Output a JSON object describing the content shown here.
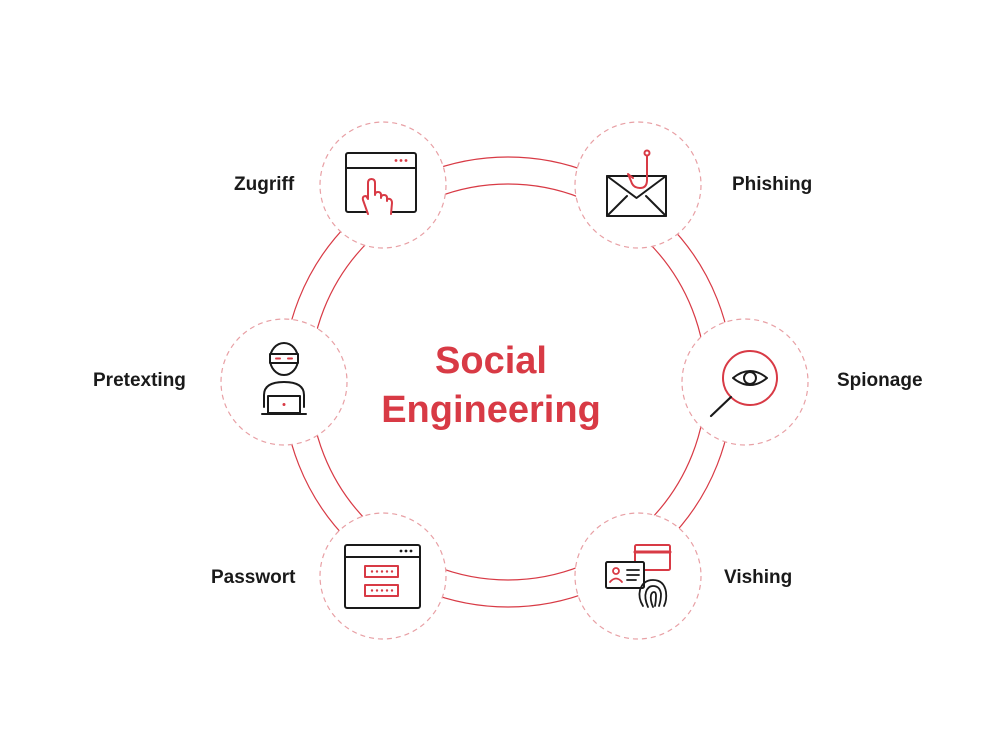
{
  "center": {
    "line1": "Social",
    "line2": "Engineering"
  },
  "nodes": [
    {
      "label": "Zugriff",
      "icon": "browser-click-icon"
    },
    {
      "label": "Phishing",
      "icon": "envelope-hook-icon"
    },
    {
      "label": "Pretexting",
      "icon": "masked-person-laptop-icon"
    },
    {
      "label": "Spionage",
      "icon": "eye-magnifier-icon"
    },
    {
      "label": "Passwort",
      "icon": "password-window-icon"
    },
    {
      "label": "Vishing",
      "icon": "id-card-fingerprint-icon"
    }
  ],
  "colors": {
    "accent": "#d83a45",
    "dashed_ring": "#e8a0a5",
    "icon_stroke": "#1a1a1a",
    "text": "#1a1a1a"
  }
}
